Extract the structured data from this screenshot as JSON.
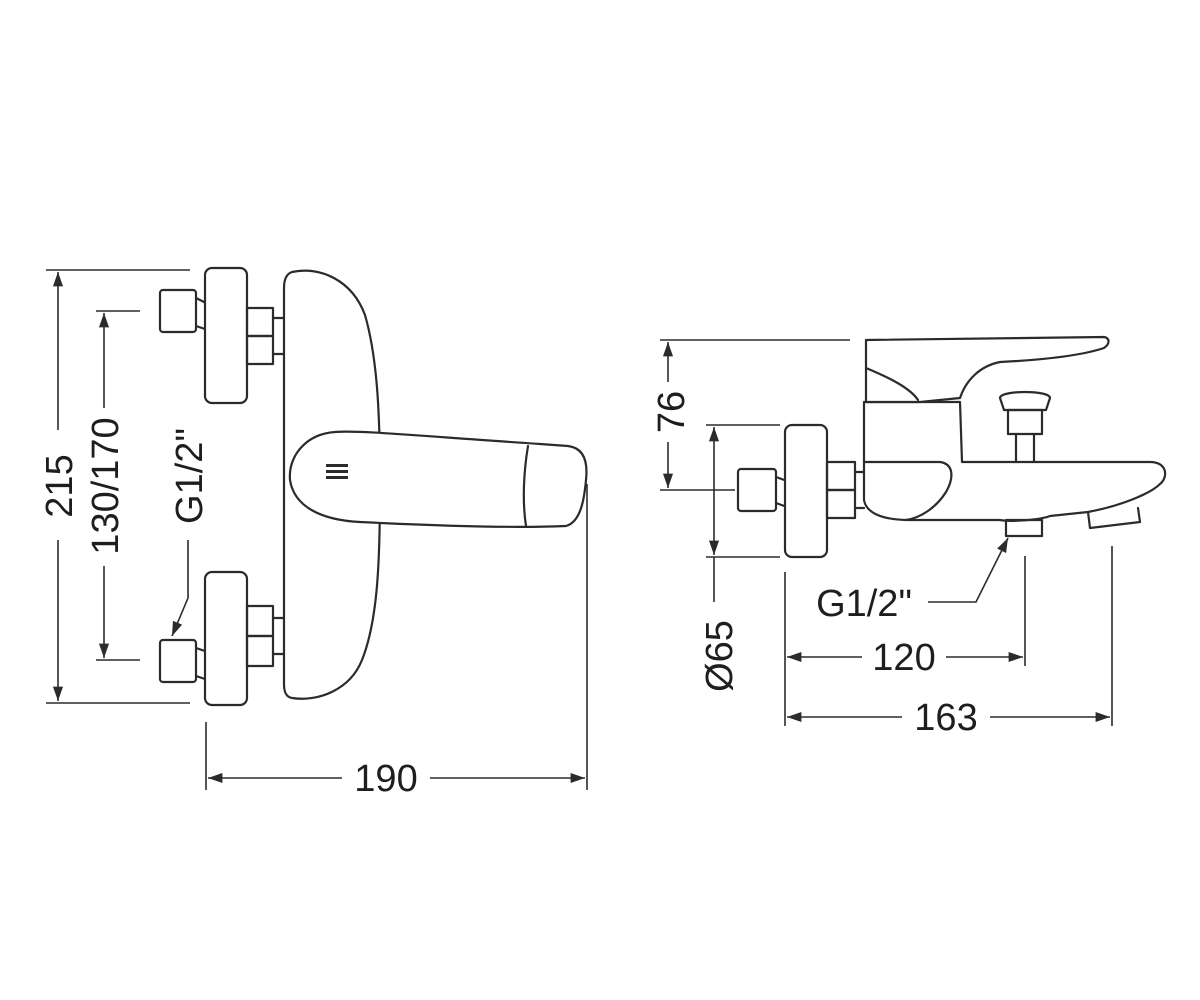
{
  "front_view": {
    "height_label": "215",
    "centers_label": "130/170",
    "thread_label": "G1/2\"",
    "width_label": "190"
  },
  "side_view": {
    "projection_label": "76",
    "diameter_label": "Ø65",
    "thread_label": "G1/2\"",
    "spout_label": "120",
    "depth_label": "163"
  },
  "colors": {
    "line": "#2b2b2b",
    "background": "#ffffff"
  }
}
